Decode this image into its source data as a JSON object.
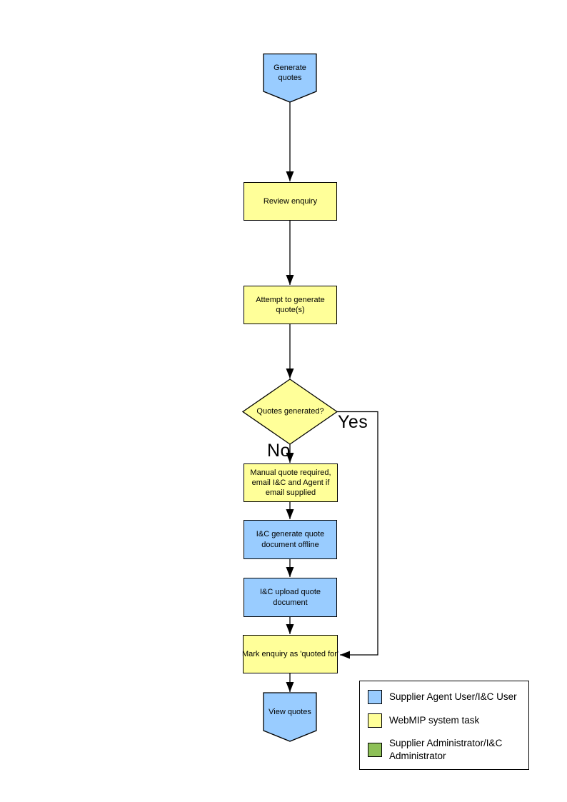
{
  "palette": {
    "user_task_blue": "#99CCFF",
    "system_task_yellow": "#FFFF99",
    "admin_green": "#8DC057",
    "outline": "#000000"
  },
  "flowchart": {
    "nodes": [
      {
        "id": "start",
        "label": "Generate quotes",
        "shape": "terminator",
        "color": "blue"
      },
      {
        "id": "review-enquiry",
        "label": "Review enquiry",
        "shape": "process",
        "color": "yellow"
      },
      {
        "id": "attempt-generate",
        "label": "Attempt to generate quote(s)",
        "shape": "process",
        "color": "yellow"
      },
      {
        "id": "quotes-generated",
        "label": "Quotes generated?",
        "shape": "decision",
        "color": "yellow"
      },
      {
        "id": "manual-quote",
        "label": "Manual quote required, email I&C and Agent if email supplied",
        "shape": "process",
        "color": "yellow"
      },
      {
        "id": "ic-generate-offline",
        "label": "I&C generate quote document offline",
        "shape": "process",
        "color": "blue"
      },
      {
        "id": "ic-upload",
        "label": "I&C upload quote document",
        "shape": "process",
        "color": "blue"
      },
      {
        "id": "mark-quoted",
        "label": "Mark enquiry as 'quoted for'",
        "shape": "process",
        "color": "yellow"
      },
      {
        "id": "end",
        "label": "View quotes",
        "shape": "terminator",
        "color": "blue"
      }
    ],
    "branch_labels": {
      "yes": "Yes",
      "no": "No"
    },
    "edges": [
      {
        "from": "start",
        "to": "review-enquiry"
      },
      {
        "from": "review-enquiry",
        "to": "attempt-generate"
      },
      {
        "from": "attempt-generate",
        "to": "quotes-generated"
      },
      {
        "from": "quotes-generated",
        "to": "manual-quote",
        "label": "No"
      },
      {
        "from": "quotes-generated",
        "to": "mark-quoted",
        "label": "Yes"
      },
      {
        "from": "manual-quote",
        "to": "ic-generate-offline"
      },
      {
        "from": "ic-generate-offline",
        "to": "ic-upload"
      },
      {
        "from": "ic-upload",
        "to": "mark-quoted"
      },
      {
        "from": "mark-quoted",
        "to": "end"
      }
    ]
  },
  "legend": {
    "items": [
      {
        "swatch": "blue",
        "label": "Supplier Agent User/I&C User"
      },
      {
        "swatch": "yellow",
        "label": "WebMIP system task"
      },
      {
        "swatch": "green",
        "label": "Supplier Administrator/I&C Administrator"
      }
    ]
  }
}
